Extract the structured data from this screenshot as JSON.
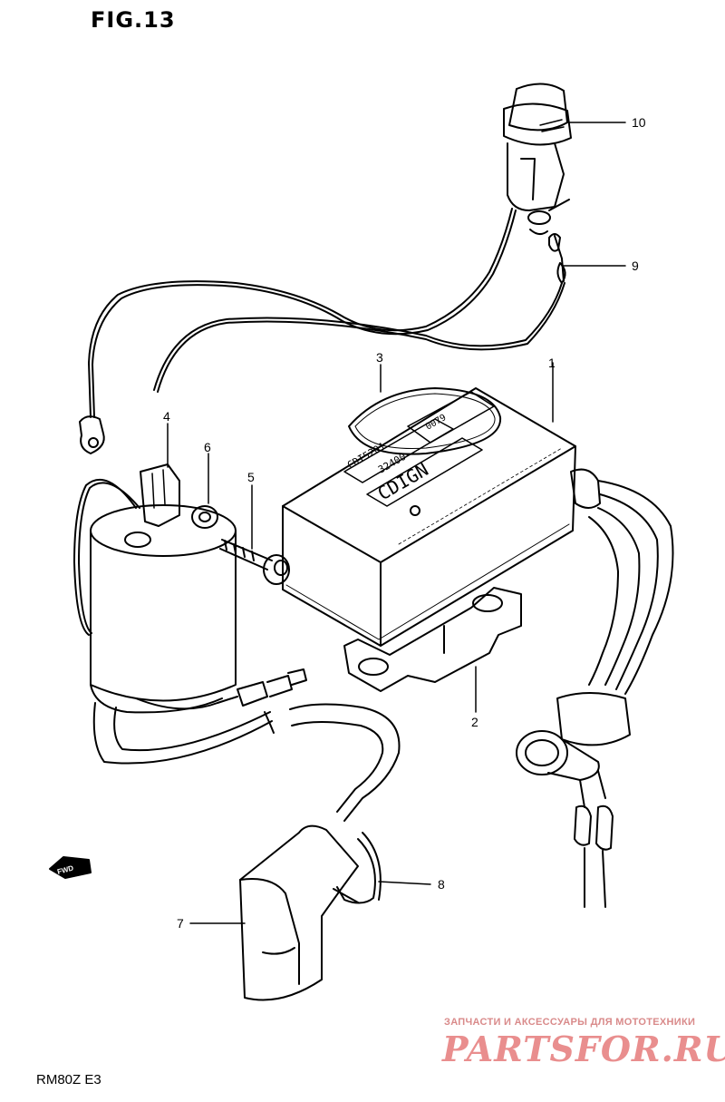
{
  "figure": {
    "title": "FIG.13",
    "model_code": "RM80Z E3"
  },
  "callouts": [
    "1",
    "2",
    "3",
    "4",
    "5",
    "6",
    "7",
    "8",
    "9",
    "10"
  ],
  "unit_markings": {
    "part_no_1": "CDI5201",
    "part_no_2": "32400-",
    "suffix": "0079",
    "brand": "CDIGN",
    "fwd_label": "FWD"
  },
  "watermark": {
    "caption": "ЗАПЧАСТИ И АКСЕССУАРЫ ДЛЯ МОТОТЕХНИКИ",
    "logo": "PARTSFOR.RU"
  }
}
